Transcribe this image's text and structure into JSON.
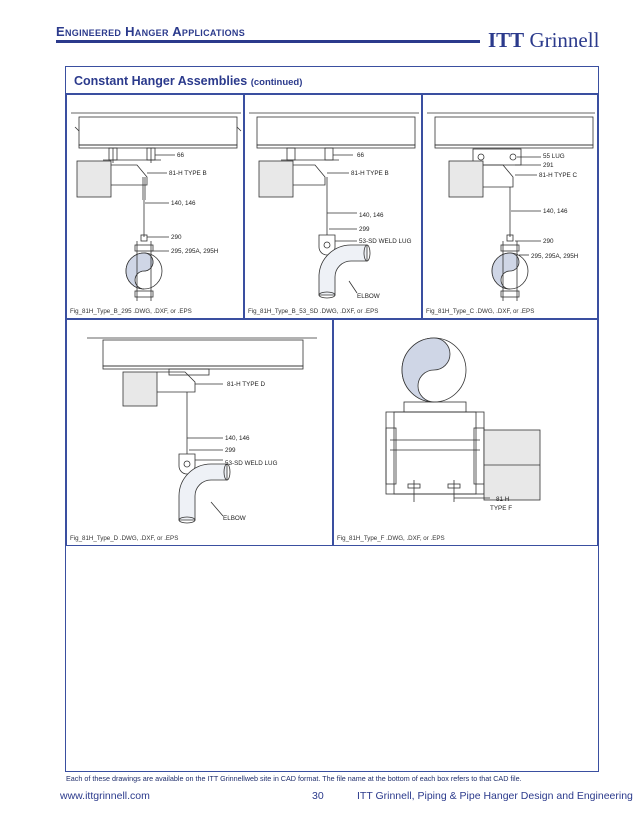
{
  "header": {
    "title": "Engineered Hanger Applications",
    "brand_bold": "ITT",
    "brand_rest": "Grinnell"
  },
  "section": {
    "title": "Constant Hanger Assemblies",
    "continued": "(continued)"
  },
  "panels": [
    {
      "caption": "Fig_81H_Type_B_295 .DWG, .DXF, or .EPS",
      "labels": [
        "66",
        "81-H TYPE B",
        "140, 146",
        "290",
        "295, 295A, 295H"
      ]
    },
    {
      "caption": "Fig_81H_Type_B_53_SD .DWG, .DXF, or .EPS",
      "labels": [
        "66",
        "81-H TYPE B",
        "140, 146",
        "299",
        "53-SD WELD LUG",
        "ELBOW"
      ]
    },
    {
      "caption": "Fig_81H_Type_C .DWG, .DXF, or .EPS",
      "labels": [
        "55 LUG",
        "291",
        "81-H TYPE C",
        "140, 146",
        "290",
        "295, 295A, 295H"
      ]
    },
    {
      "caption": "Fig_81H_Type_D .DWG, .DXF, or .EPS",
      "labels": [
        "81-H TYPE D",
        "140, 146",
        "299",
        "53-SD WELD LUG",
        "ELBOW"
      ]
    },
    {
      "caption": "Fig_81H_Type_F .DWG, .DXF, or .EPS",
      "labels": [
        "81 H",
        "TYPE F"
      ]
    }
  ],
  "footnote": "Each of these drawings are available on the ITT Grinnellweb site in CAD format. The file name at the bottom of each box refers to that CAD file.",
  "footer": {
    "url": "www.ittgrinnell.com",
    "page": "30",
    "right": "ITT Grinnell, Piping & Pipe Hanger Design and Engineering"
  }
}
